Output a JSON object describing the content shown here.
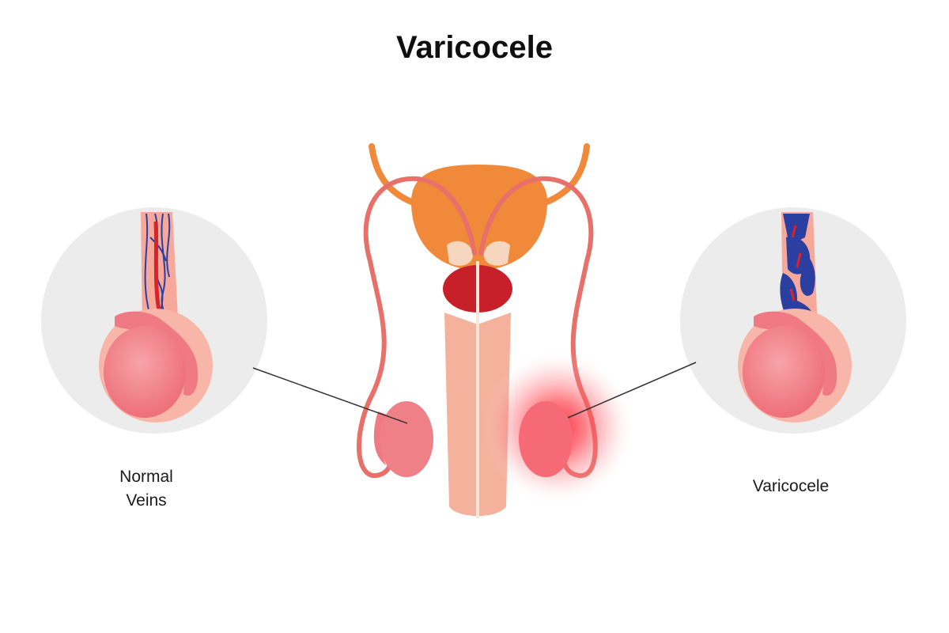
{
  "title": "Varicocele",
  "labels": {
    "left_line1": "Normal",
    "left_line2": "Veins",
    "right": "Varicocele"
  },
  "colors": {
    "bladder": "#f0893a",
    "ducts": "#e8706a",
    "prostate": "#c8202a",
    "penis": "#f4b19c",
    "testis": "#ef7a84",
    "scrotum_sac": "#f7b6a8",
    "inset_bg": "#ececec",
    "vein_blue": "#2a3fa0",
    "artery_red": "#d8232a",
    "highlight_glow": "#ff2030"
  }
}
